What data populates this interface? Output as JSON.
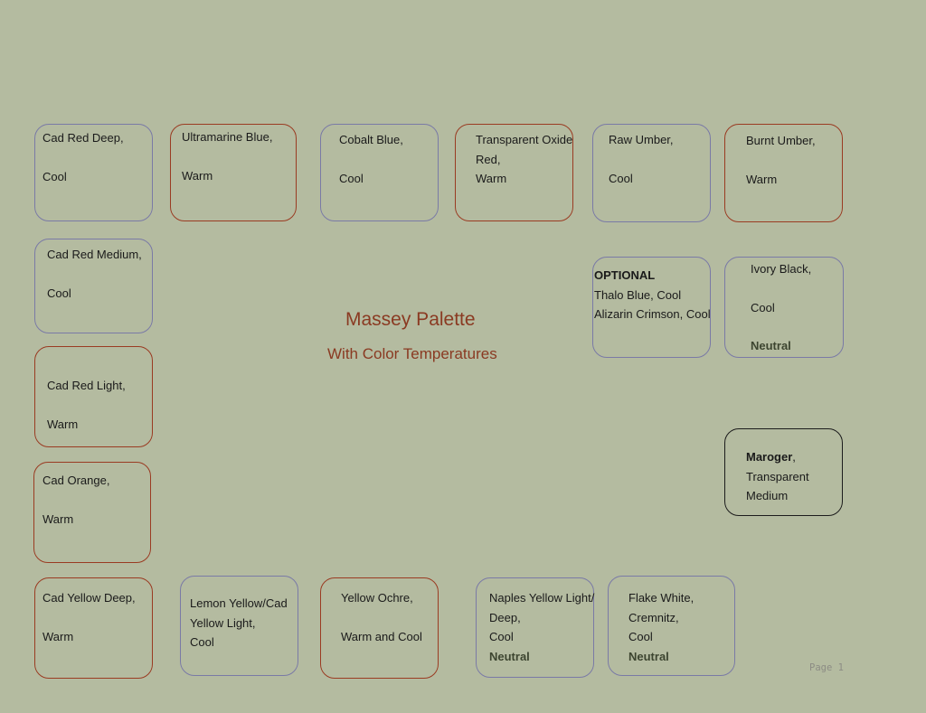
{
  "title": "Massey Palette",
  "subtitle": "With Color Temperatures",
  "page_label": "Page 1",
  "colors": {
    "background": "#b4bba0",
    "warm_border": "#9a3b22",
    "cool_border": "#7a7aa6",
    "medium_border": "#1c1c1c",
    "title": "#8a3a22"
  },
  "swatches": [
    {
      "name": "Cad Red Deep,",
      "temp": "Cool"
    },
    {
      "name": "Ultramarine Blue,",
      "temp": "Warm"
    },
    {
      "name": "Cobalt Blue,",
      "temp": "Cool"
    },
    {
      "name_1": "Transparent Oxide",
      "name_2": "Red,",
      "temp": "Warm"
    },
    {
      "name": "Raw Umber,",
      "temp": "Cool"
    },
    {
      "name": "Burnt Umber,",
      "temp": "Warm"
    },
    {
      "name": "Cad Red Medium,",
      "temp": "Cool"
    },
    {
      "heading": "OPTIONAL",
      "item_1": "Thalo Blue, Cool",
      "item_2": "Alizarin Crimson, Cool"
    },
    {
      "name": "Ivory Black,",
      "temp": "Cool",
      "note": "Neutral"
    },
    {
      "name": "Cad Red Light,",
      "temp": "Warm"
    },
    {
      "name_bold": "Maroger",
      "name_rest": ",",
      "line_2": "Transparent",
      "line_3": "Medium"
    },
    {
      "name": "Cad Orange,",
      "temp": "Warm"
    },
    {
      "name": "Cad Yellow Deep,",
      "temp": "Warm"
    },
    {
      "name_1": "Lemon Yellow/Cad",
      "name_2": "Yellow Light,",
      "temp": "Cool"
    },
    {
      "name": "Yellow Ochre,",
      "temp": "Warm and Cool"
    },
    {
      "name_1": "Naples Yellow Light/",
      "name_2": "Deep,",
      "temp": "Cool",
      "note": "Neutral"
    },
    {
      "name_1": "Flake White,",
      "name_2": "Cremnitz,",
      "temp": "Cool",
      "note": "Neutral"
    }
  ]
}
